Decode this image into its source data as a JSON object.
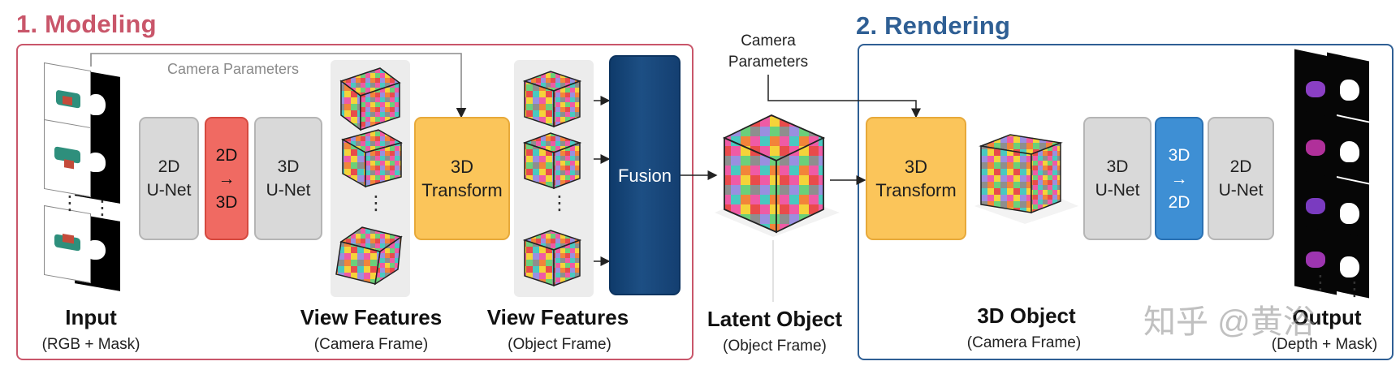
{
  "sections": {
    "modeling": {
      "title": "1. Modeling",
      "color": "#c9566a"
    },
    "rendering": {
      "title": "2. Rendering",
      "color": "#2f5f94"
    }
  },
  "modeling": {
    "camera_params_label": "Camera Parameters",
    "unet2d": "2D\nU-Net",
    "lift": "2D\n→\n3D",
    "unet3d": "3D\nU-Net",
    "transform": "3D\nTransform",
    "fusion": "Fusion",
    "captions": {
      "input": {
        "main": "Input",
        "sub": "(RGB + Mask)"
      },
      "view_camera": {
        "main": "View Features",
        "sub": "(Camera Frame)"
      },
      "view_object": {
        "main": "View Features",
        "sub": "(Object Frame)"
      }
    }
  },
  "latent": {
    "camera_params_label": "Camera\nParameters",
    "main": "Latent Object",
    "sub": "(Object Frame)"
  },
  "rendering": {
    "transform": "3D\nTransform",
    "unet3d": "3D\nU-Net",
    "project": "3D\n→\n2D",
    "unet2d": "2D\nU-Net",
    "captions": {
      "object": {
        "main": "3D Object",
        "sub": "(Camera Frame)"
      },
      "output": {
        "main": "Output",
        "sub": "(Depth + Mask)"
      }
    }
  },
  "watermark": "知乎 @黄浴",
  "dots": "⋮"
}
